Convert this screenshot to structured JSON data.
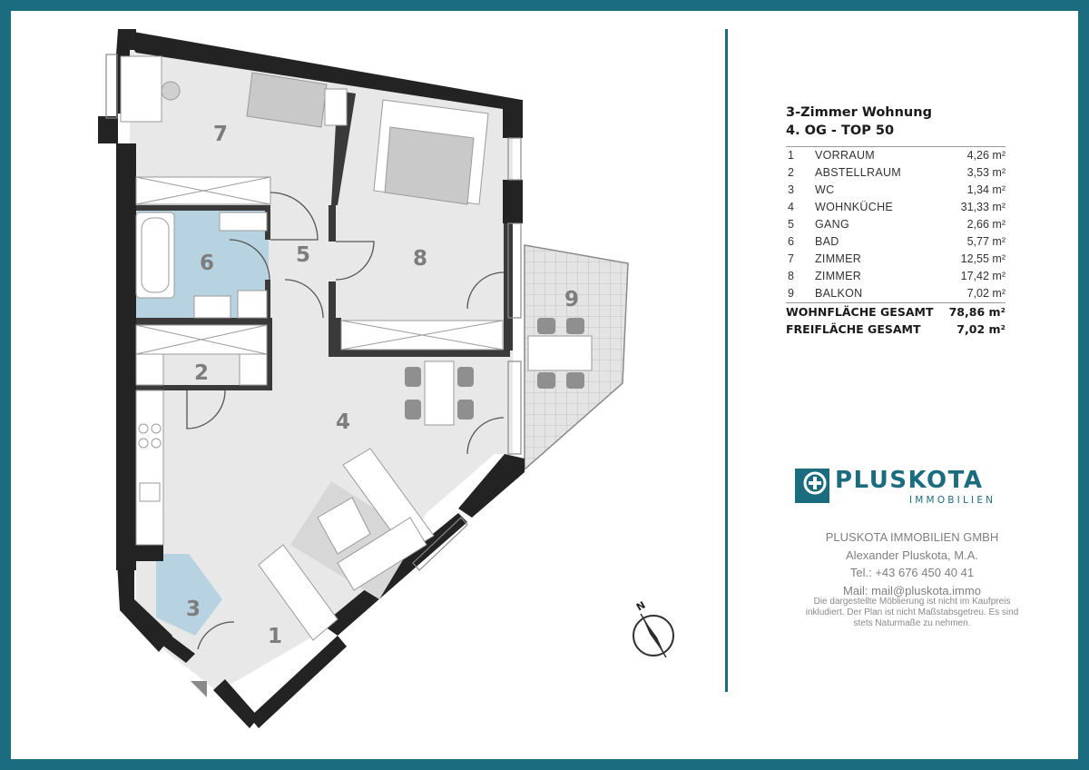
{
  "header": {
    "title_line1": "3-Zimmer Wohnung",
    "title_line2": "4. OG - TOP 50"
  },
  "rooms": [
    {
      "num": "1",
      "name": "VORRAUM",
      "area": "4,26 m²"
    },
    {
      "num": "2",
      "name": "ABSTELLRAUM",
      "area": "3,53 m²"
    },
    {
      "num": "3",
      "name": "WC",
      "area": "1,34 m²"
    },
    {
      "num": "4",
      "name": "WOHNKÜCHE",
      "area": "31,33 m²"
    },
    {
      "num": "5",
      "name": "GANG",
      "area": "2,66 m²"
    },
    {
      "num": "6",
      "name": "BAD",
      "area": "5,77 m²"
    },
    {
      "num": "7",
      "name": "ZIMMER",
      "area": "12,55 m²"
    },
    {
      "num": "8",
      "name": "ZIMMER",
      "area": "17,42 m²"
    },
    {
      "num": "9",
      "name": "BALKON",
      "area": "7,02 m²"
    }
  ],
  "totals": [
    {
      "name": "WOHNFLÄCHE GESAMT",
      "area": "78,86 m²"
    },
    {
      "name": "FREIFLÄCHE GESAMT",
      "area": "7,02 m²"
    }
  ],
  "logo": {
    "name": "PLUSKOTA",
    "subtitle": "IMMOBILIEN"
  },
  "contact": {
    "company": "PLUSKOTA IMMOBILIEN GMBH",
    "person": "Alexander Pluskota, M.A.",
    "phone": "Tel.: +43 676 450 40 41",
    "email": "Mail: mail@pluskota.immo"
  },
  "disclaimer": "Die dargestellte Möblierung ist nicht im Kaufpreis inkludiert. Der Plan ist nicht Maßstabsgetreu. Es sind stets Naturmaße zu nehmen.",
  "compass": {
    "label": "N"
  },
  "colors": {
    "frame": "#1c6c80",
    "floor": "#e8e8e8",
    "wet_room": "#b7d3e1",
    "wall": "#232323"
  },
  "icons": {
    "logo": "plus-house-icon",
    "compass": "north-arrow-icon"
  }
}
